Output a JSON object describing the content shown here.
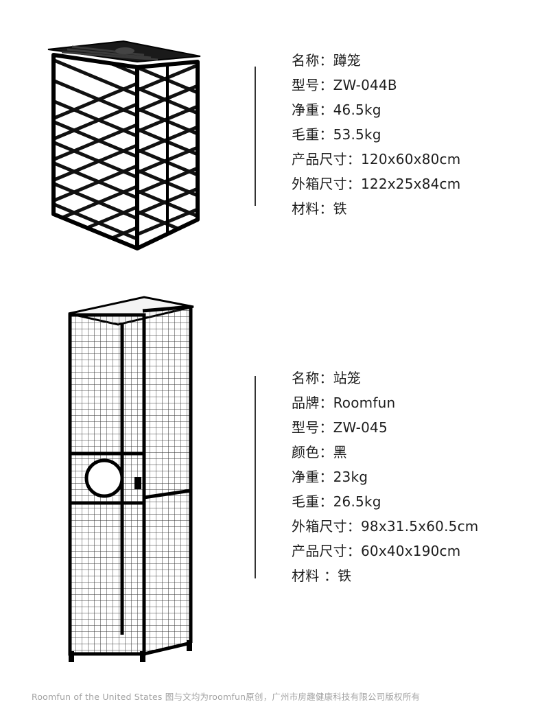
{
  "products": [
    {
      "image_alt": "蹲笼",
      "specs": [
        {
          "label": "名称：",
          "value": "蹲笼"
        },
        {
          "label": "型号：",
          "value": "ZW-044B"
        },
        {
          "label": "净重：",
          "value": "46.5kg"
        },
        {
          "label": "毛重：",
          "value": "53.5kg"
        },
        {
          "label": "产品尺寸：",
          "value": "120x60x80cm"
        },
        {
          "label": "外箱尺寸：",
          "value": "122x25x84cm"
        },
        {
          "label": "材料：",
          "value": "铁"
        }
      ]
    },
    {
      "image_alt": "站笼",
      "specs": [
        {
          "label": "名称：",
          "value": "站笼"
        },
        {
          "label": "品牌：",
          "value": "Roomfun"
        },
        {
          "label": "型号：",
          "value": "ZW-045"
        },
        {
          "label": "颜色：",
          "value": "黑"
        },
        {
          "label": "净重：",
          "value": "23kg"
        },
        {
          "label": "毛重：",
          "value": "26.5kg"
        },
        {
          "label": "外箱尺寸：",
          "value": "98x31.5x60.5cm"
        },
        {
          "label": "产品尺寸：",
          "value": "60x40x190cm"
        },
        {
          "label": "材料 ：",
          "value": "铁"
        }
      ]
    }
  ],
  "footer": {
    "text": "Roomfun of the United States 图与文均为roomfun原创，广州市房趣健康科技有限公司版权所有"
  }
}
